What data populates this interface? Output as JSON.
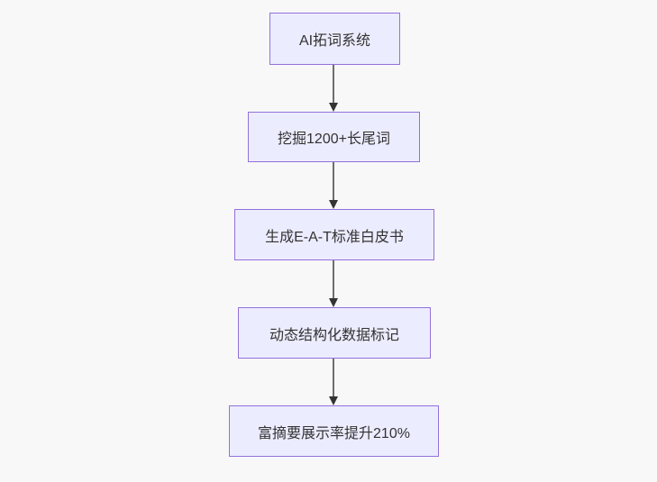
{
  "page": {
    "background": "#f8f8f8"
  },
  "diagram": {
    "type": "flowchart",
    "direction": "top-down",
    "nodes": [
      {
        "id": "node-1",
        "label": "AI拓词系统"
      },
      {
        "id": "node-2",
        "label": "挖掘1200+长尾词"
      },
      {
        "id": "node-3",
        "label": "生成E-A-T标准白皮书"
      },
      {
        "id": "node-4",
        "label": "动态结构化数据标记"
      },
      {
        "id": "node-5",
        "label": "富摘要展示率提升210%"
      }
    ],
    "edges": [
      {
        "from": "node-1",
        "to": "node-2",
        "style": "arrow"
      },
      {
        "from": "node-2",
        "to": "node-3",
        "style": "arrow"
      },
      {
        "from": "node-3",
        "to": "node-4",
        "style": "arrow"
      },
      {
        "from": "node-4",
        "to": "node-5",
        "style": "arrow"
      }
    ],
    "colors": {
      "node_fill": "#ececff",
      "node_border": "#9370db",
      "node_text": "#333333",
      "edge_line": "#6e6e6e",
      "arrowhead": "#333333",
      "background": "#f8f8f8"
    }
  }
}
